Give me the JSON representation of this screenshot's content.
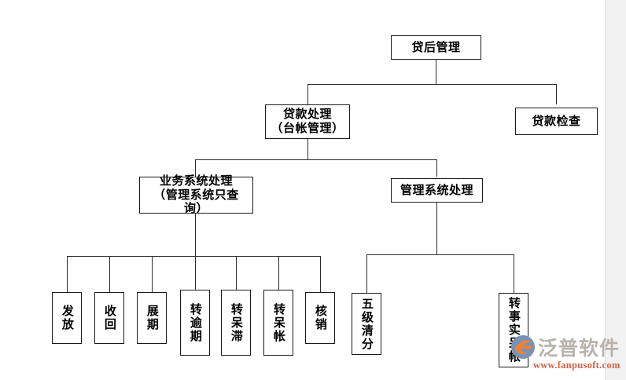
{
  "diagram": {
    "type": "org-chart",
    "title": "贷后管理",
    "nodes": {
      "root": {
        "label": "贷后管理",
        "level": 1
      },
      "loan_processing": {
        "label": "贷款处理\n（台帐管理）",
        "level": 2
      },
      "loan_inspection": {
        "label": "贷款检查",
        "level": 2
      },
      "business_system": {
        "label": "业务系统处理\n（管理系统只查询）",
        "level": 3
      },
      "management_system": {
        "label": "管理系统处理",
        "level": 3
      },
      "leaf_1": {
        "label": "发放",
        "level": 4
      },
      "leaf_2": {
        "label": "收回",
        "level": 4
      },
      "leaf_3": {
        "label": "展期",
        "level": 4
      },
      "leaf_4": {
        "label": "转逾期",
        "level": 4
      },
      "leaf_5": {
        "label": "转呆滞",
        "level": 4
      },
      "leaf_6": {
        "label": "转呆帐",
        "level": 4
      },
      "leaf_7": {
        "label": "核销",
        "level": 4
      },
      "leaf_8": {
        "label": "五级清分",
        "level": 4
      },
      "leaf_9": {
        "label": "转事实呆帐",
        "level": 4
      }
    },
    "edges": [
      {
        "from": "root",
        "to": "loan_processing"
      },
      {
        "from": "root",
        "to": "loan_inspection"
      },
      {
        "from": "loan_processing",
        "to": "business_system"
      },
      {
        "from": "loan_processing",
        "to": "management_system"
      },
      {
        "from": "business_system",
        "to": "leaf_1"
      },
      {
        "from": "business_system",
        "to": "leaf_2"
      },
      {
        "from": "business_system",
        "to": "leaf_3"
      },
      {
        "from": "business_system",
        "to": "leaf_4"
      },
      {
        "from": "business_system",
        "to": "leaf_5"
      },
      {
        "from": "business_system",
        "to": "leaf_6"
      },
      {
        "from": "business_system",
        "to": "leaf_7"
      },
      {
        "from": "management_system",
        "to": "leaf_8"
      },
      {
        "from": "management_system",
        "to": "leaf_9"
      }
    ],
    "colors": {
      "background": "#ffffff",
      "box_border": "#1a1a1a",
      "connector": "#2b2b2b",
      "text": "#000000",
      "gutter": "#f2f2f2"
    }
  },
  "watermark": {
    "brand": "泛普软件",
    "url": "www.fanpusoft.com",
    "brand_color": "#b9b3ad",
    "url_color": "#d2624a"
  }
}
